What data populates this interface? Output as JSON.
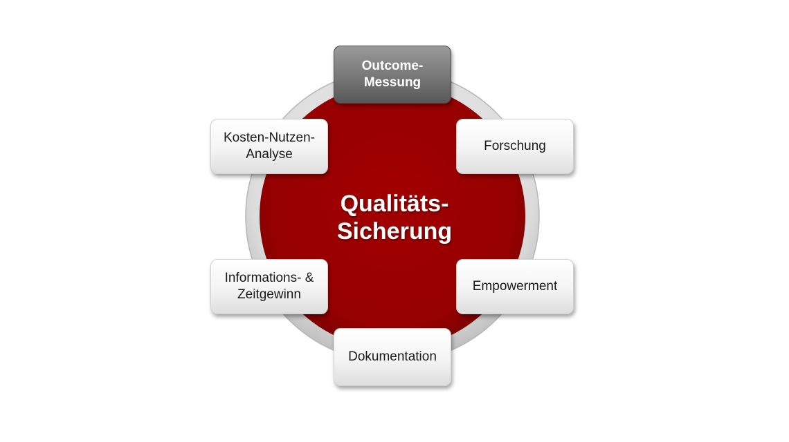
{
  "center": {
    "line1": "Qualitäts-",
    "line2": "Sicherung"
  },
  "nodes": [
    {
      "lines": [
        "Outcome-",
        "Messung"
      ],
      "highlighted": true
    },
    {
      "lines": [
        "Forschung"
      ]
    },
    {
      "lines": [
        "Empowerment"
      ]
    },
    {
      "lines": [
        "Dokumentation"
      ]
    },
    {
      "lines": [
        "Informations- &",
        "Zeitgewinn"
      ]
    },
    {
      "lines": [
        "Kosten-Nutzen-",
        "Analyse"
      ]
    }
  ],
  "colors": {
    "center_fill": "#9b0000",
    "ring": "#d9d9d9",
    "highlight_node": "#6f6f6f"
  }
}
